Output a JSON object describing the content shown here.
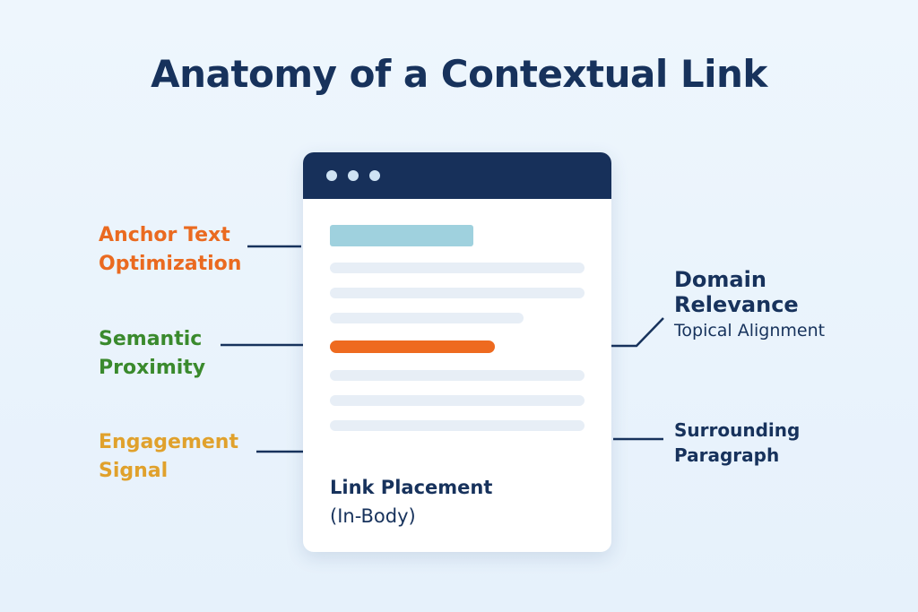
{
  "title": "Anatomy of a Contextual Link",
  "labels": {
    "anchor_text": {
      "line1": "Anchor Text",
      "line2": "Optimization"
    },
    "semantic_proximity": {
      "line1": "Semantic",
      "line2": "Proximity"
    },
    "engagement_signal": {
      "line1": "Engagement",
      "line2": "Signal"
    },
    "domain_relevance": {
      "line1": "Domain",
      "line2": "Relevance",
      "subtitle": "Topical Alignment"
    },
    "surrounding_paragraph": {
      "line1": "Surrounding",
      "line2": "Paragraph"
    },
    "link_placement": {
      "line1": "Link Placement",
      "line2": "(In-Body)"
    }
  },
  "colors": {
    "navy": "#17325c",
    "orange": "#ea6a20",
    "green": "#3a8a2d",
    "yellow": "#e0a12c",
    "link_bar": "#ee6a1f",
    "heading_bar": "#9fd1de"
  }
}
